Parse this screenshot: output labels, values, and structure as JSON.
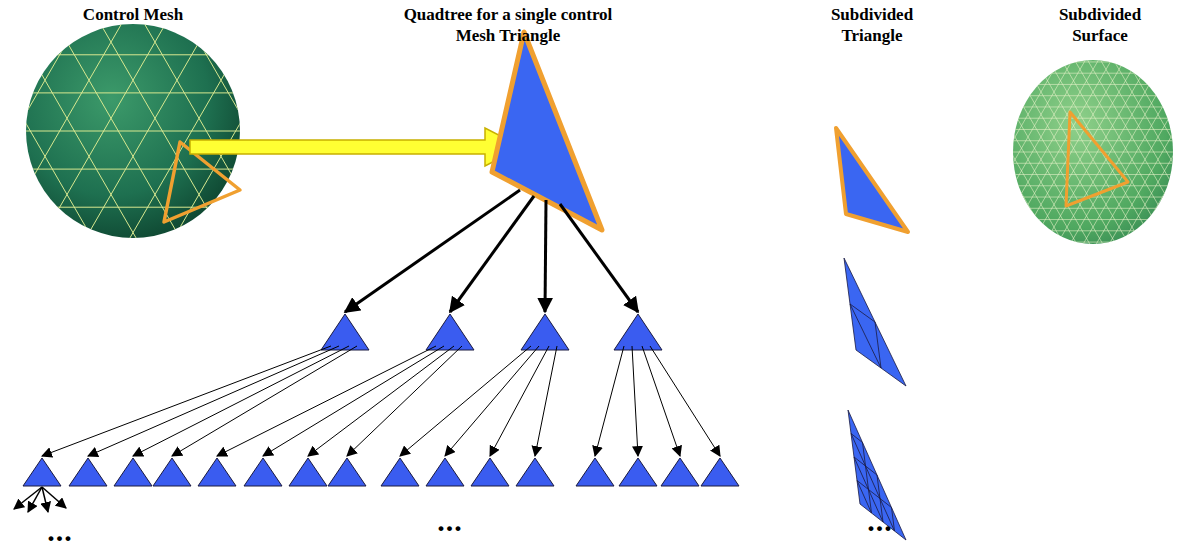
{
  "diagram": {
    "labels": [
      "Control Mesh",
      "Quadtree for a single control Mesh Triangle",
      "Subdivided Triangle",
      "Subdivided Surface",
      "...",
      "...",
      "..."
    ]
  }
}
